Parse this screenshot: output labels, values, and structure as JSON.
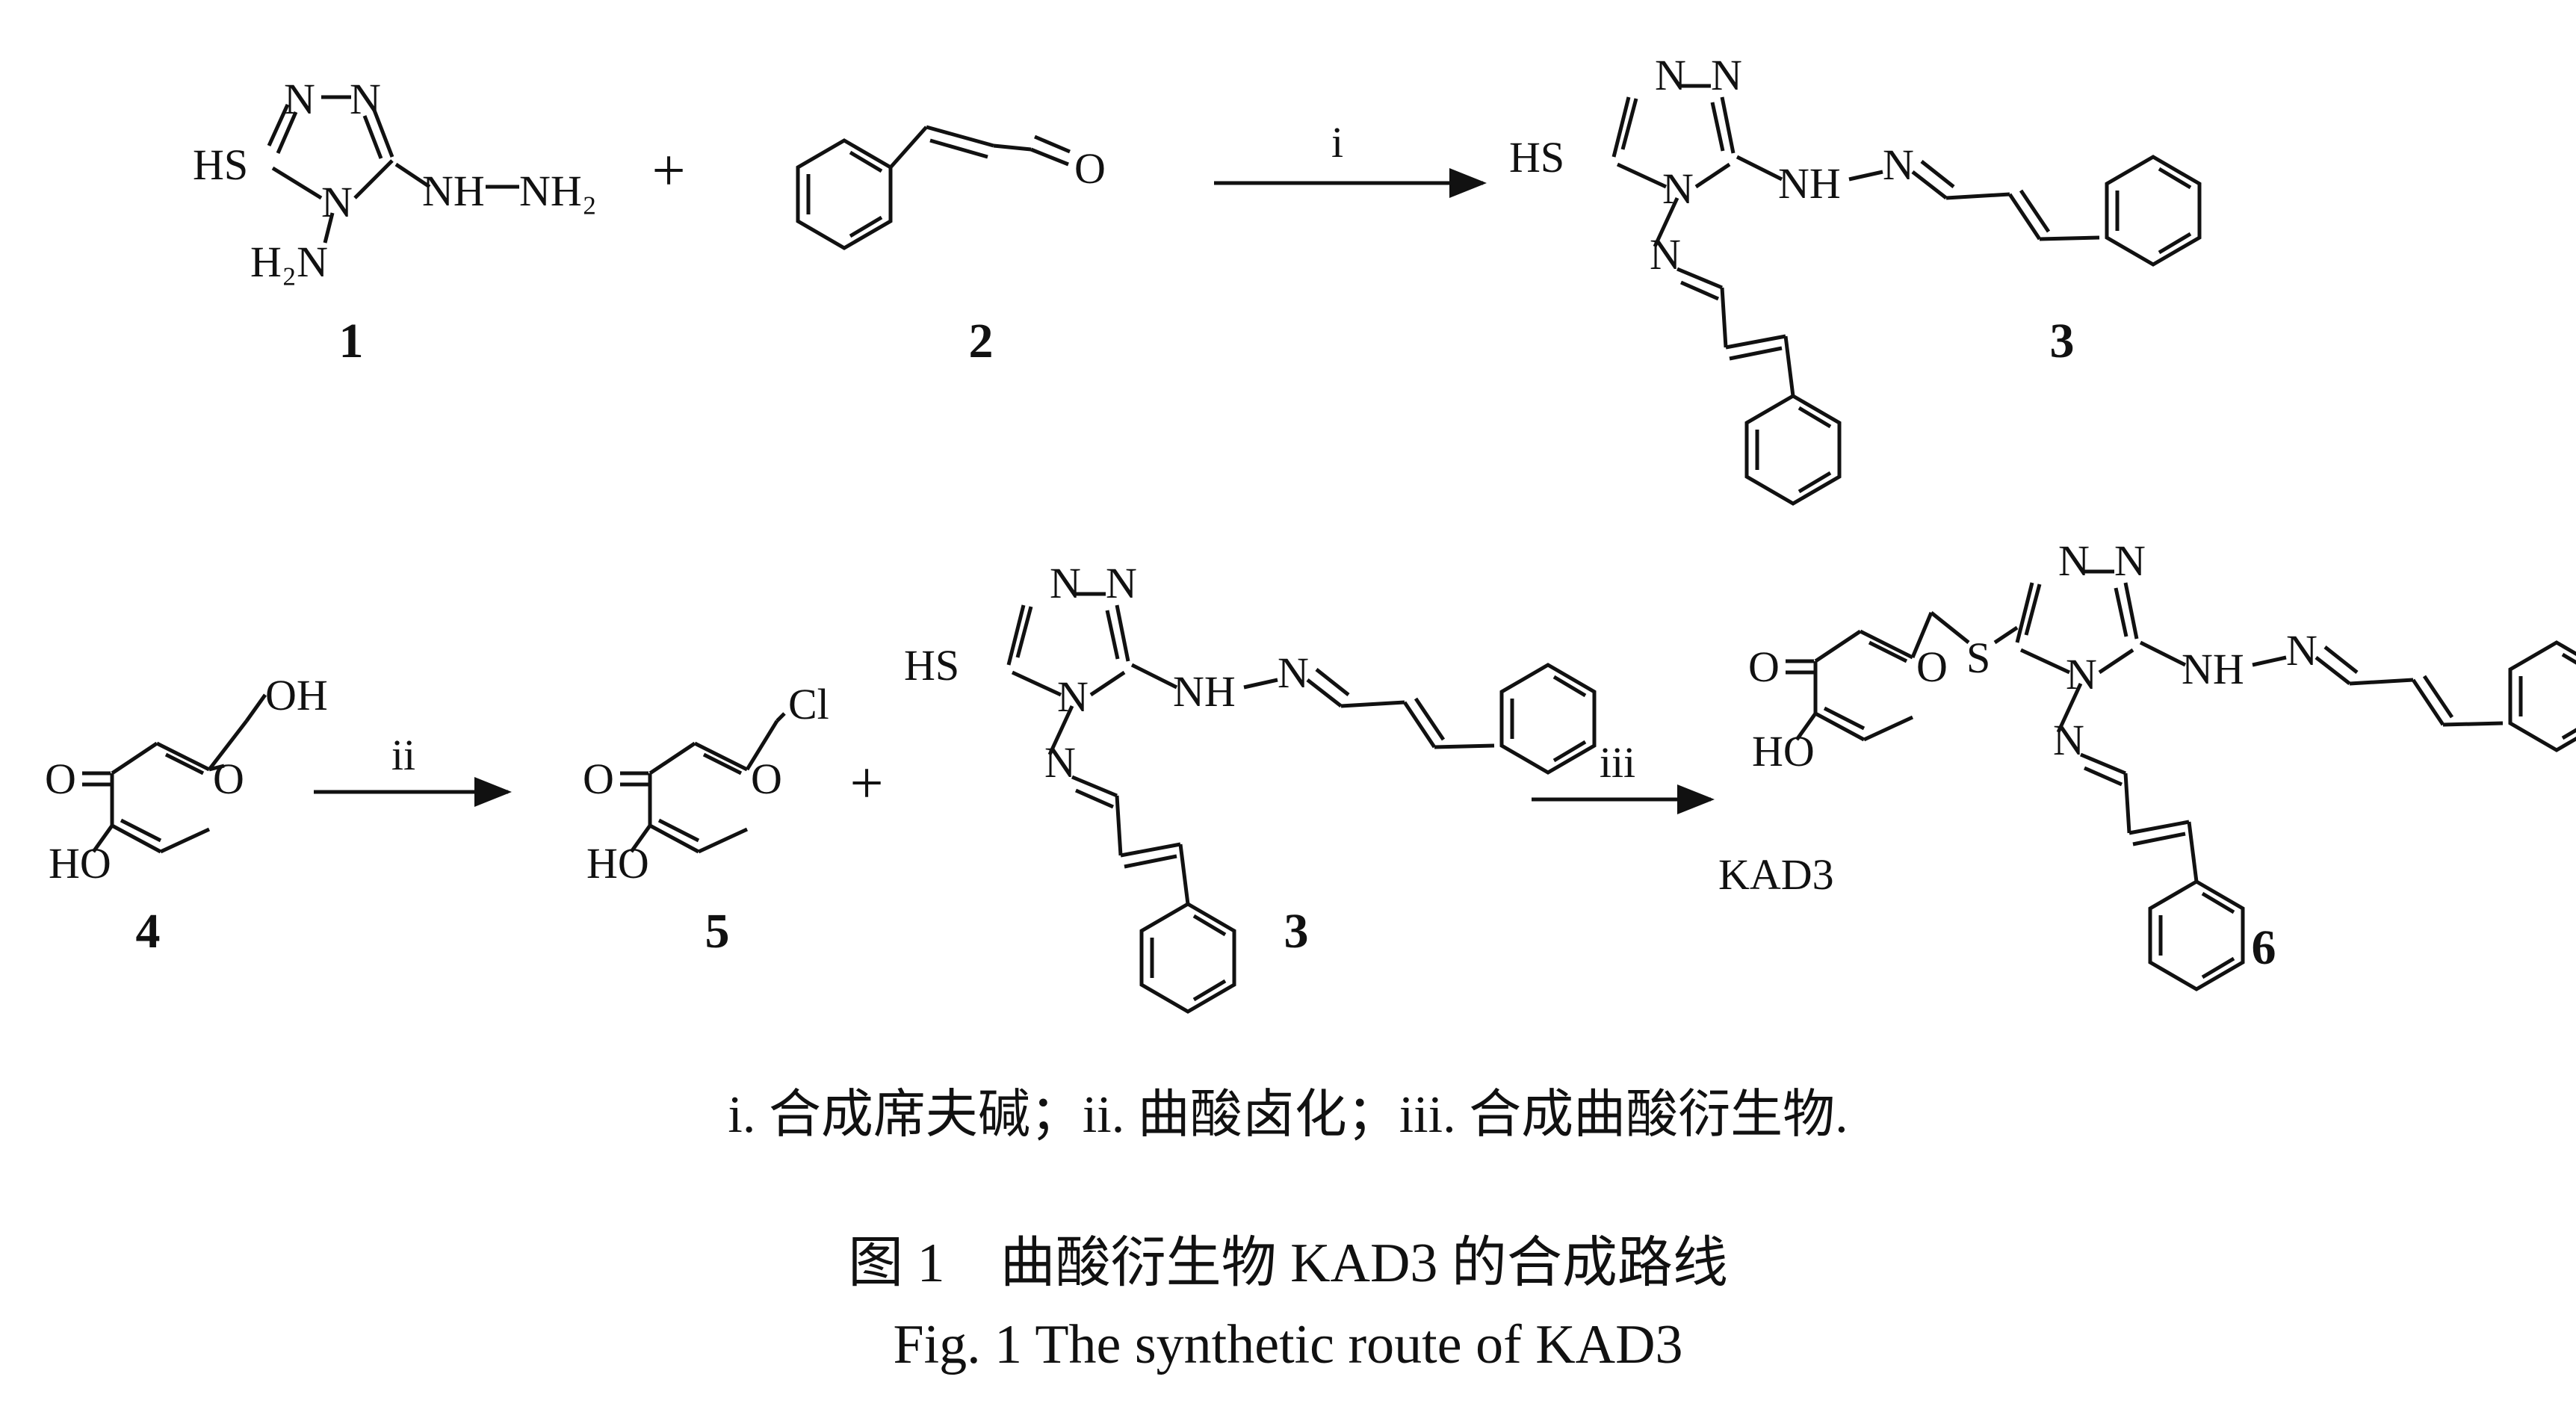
{
  "labels": {
    "c1": "1",
    "c2": "2",
    "c3a": "3",
    "c4": "4",
    "c5": "5",
    "c3b": "3",
    "c6": "6",
    "kad3_tag": "KAD3"
  },
  "atoms": {
    "N": "N",
    "HS": "HS",
    "NH": "NH",
    "NH2": "NH₂",
    "H2N": "H₂N",
    "O": "O",
    "OH": "OH",
    "HO": "HO",
    "Cl": "Cl",
    "S": "S"
  },
  "operators": {
    "plus": "+"
  },
  "conditions": {
    "i": "i",
    "ii": "ii",
    "iii": "iii"
  },
  "legend": "i. 合成席夫碱；ii. 曲酸卤化；iii. 合成曲酸衍生物.",
  "caption": {
    "cn": "图 1　曲酸衍生物 KAD3 的合成路线",
    "en": "Fig. 1   The synthetic route of KAD3"
  }
}
